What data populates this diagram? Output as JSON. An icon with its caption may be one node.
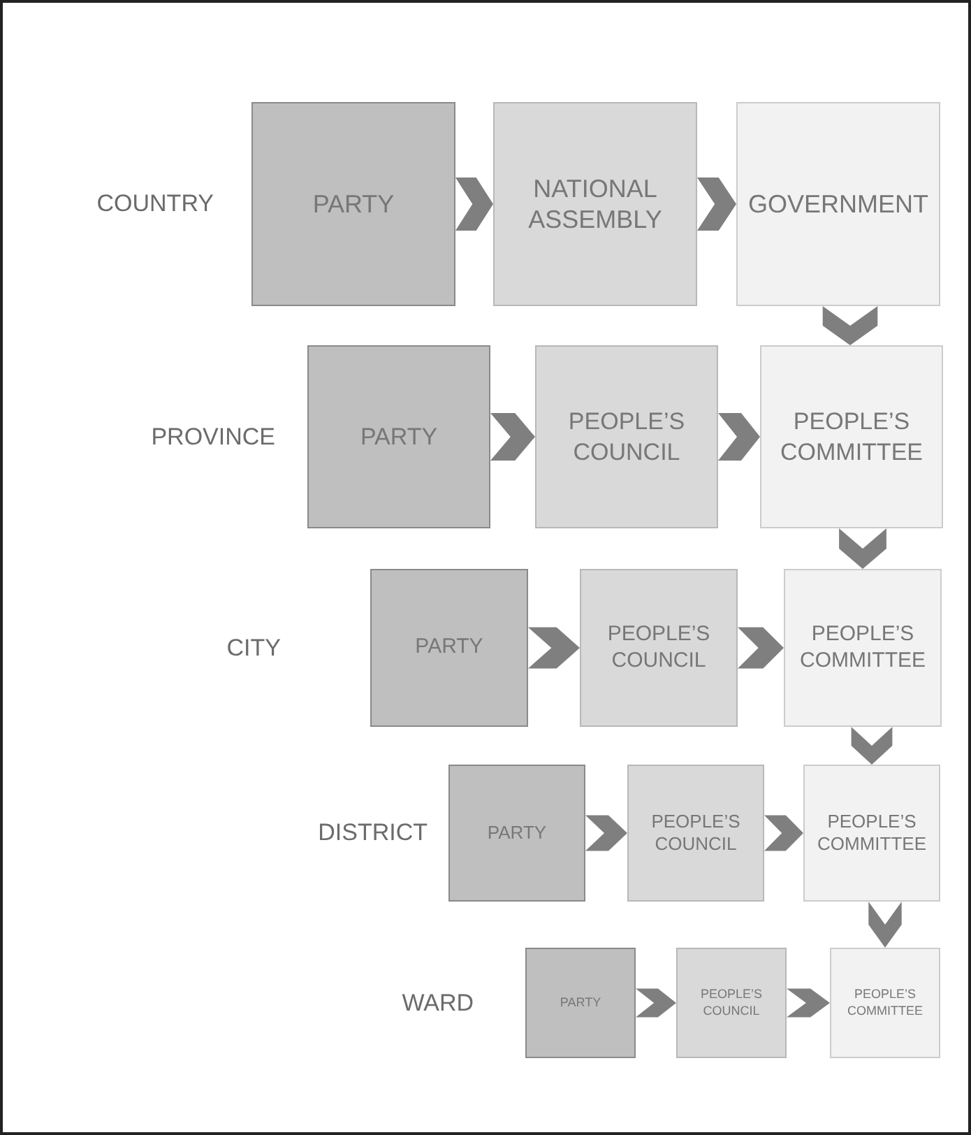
{
  "diagram": {
    "nodes": [
      {
        "text": [
          "PARTY"
        ]
      },
      {
        "text": [
          "NATIONAL ASSEMBLY"
        ]
      },
      {
        "text": [
          "GOVERNMENT"
        ]
      },
      {
        "text": [
          "PARTY"
        ]
      },
      {
        "text": [
          "PEOPLE’S COUNCIL"
        ]
      },
      {
        "text": [
          "PEOPLE’S COMMITTEE"
        ]
      },
      {
        "text": [
          "PARTY"
        ]
      },
      {
        "text": [
          "PEOPLE’S COUNCIL"
        ]
      },
      {
        "text": [
          "PEOPLE’S COMMITTEE"
        ]
      },
      {
        "text": [
          "PARTY"
        ]
      },
      {
        "text": [
          "PEOPLE’S COUNCIL"
        ]
      },
      {
        "text": [
          "PEOPLE’S COMMITTEE"
        ]
      },
      {
        "text": [
          "PARTY"
        ]
      },
      {
        "text": [
          "PEOPLE’S COUNCIL"
        ]
      },
      {
        "text": [
          "PEOPLE’S COMMITTEE"
        ]
      }
    ],
    "edges": [
      {
        "from": 0,
        "to": 1,
        "arrow": "to"
      },
      {
        "from": 1,
        "to": 2,
        "arrow": "to"
      },
      {
        "from": 2,
        "to": 5,
        "arrow": "to"
      },
      {
        "from": 3,
        "to": 4,
        "arrow": "to"
      },
      {
        "from": 4,
        "to": 5,
        "arrow": "to"
      },
      {
        "from": 5,
        "to": 8,
        "arrow": "to"
      },
      {
        "from": 6,
        "to": 7,
        "arrow": "to"
      },
      {
        "from": 7,
        "to": 8,
        "arrow": "to"
      },
      {
        "from": 8,
        "to": 11,
        "arrow": "to"
      },
      {
        "from": 9,
        "to": 10,
        "arrow": "to"
      },
      {
        "from": 10,
        "to": 11,
        "arrow": "to"
      },
      {
        "from": 11,
        "to": 14,
        "arrow": "to"
      },
      {
        "from": 12,
        "to": 13,
        "arrow": "to"
      },
      {
        "from": 13,
        "to": 14,
        "arrow": "to"
      }
    ],
    "labels": [
      "COUNTRY",
      "PROVINCE",
      "CITY",
      "DISTRICT",
      "WARD"
    ]
  }
}
